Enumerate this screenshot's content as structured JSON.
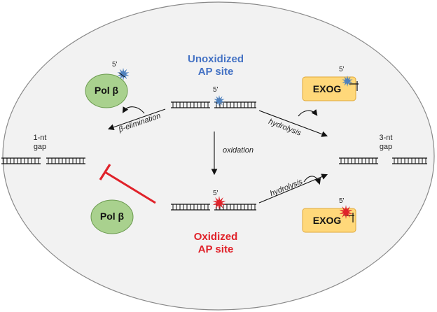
{
  "titles": {
    "unoxidized_line1": "Unoxidized",
    "unoxidized_line2": "AP site",
    "oxidized_line1": "Oxidized",
    "oxidized_line2": "AP site"
  },
  "enzymes": {
    "polb_top": "Pol β",
    "polb_bottom": "Pol β",
    "exog_top": "EXOG",
    "exog_bottom": "EXOG"
  },
  "labels": {
    "prime": "5'",
    "beta_elimination": "β-elimination",
    "oxidation": "oxidation",
    "hydrolysis_top": "hydrolysis",
    "hydrolysis_bottom": "hydrolysis",
    "gap_left_line1": "1-nt",
    "gap_left_line2": "gap",
    "gap_right_line1": "3-nt",
    "gap_right_line2": "gap"
  },
  "colors": {
    "blue_title": "#4472c4",
    "blue_star": "#4f81bd",
    "red": "#e0222a",
    "polb_fill": "#a9d18e",
    "exog_fill": "#ffd87a",
    "ellipse_fill": "#f2f2f2"
  }
}
